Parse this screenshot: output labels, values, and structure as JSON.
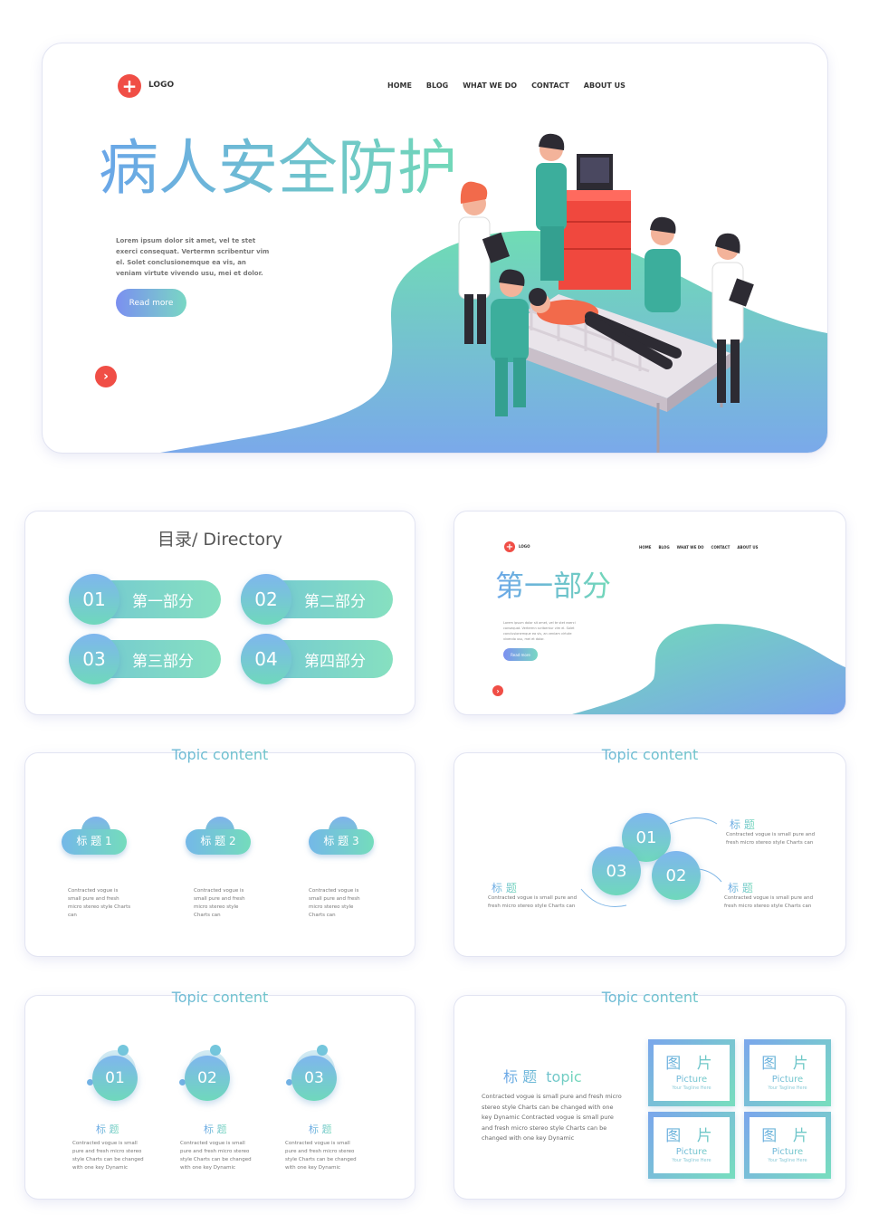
{
  "hero": {
    "logo_text": "LOGO",
    "nav": [
      "HOME",
      "BLOG",
      "WHAT WE DO",
      "CONTACT",
      "ABOUT US"
    ],
    "title": "病人安全防护",
    "body": "Lorem ipsum dolor sit amet, vel te stet exerci consequat. Vertermn scribentur vim el. Solet conclusionemque ea vis, an veniam virtute vivendo usu, mei et dolor.",
    "button": "Read more"
  },
  "directory": {
    "title": "目录/ Directory",
    "items": [
      {
        "num": "01",
        "label": "第一部分"
      },
      {
        "num": "02",
        "label": "第二部分"
      },
      {
        "num": "03",
        "label": "第三部分"
      },
      {
        "num": "04",
        "label": "第四部分"
      }
    ]
  },
  "section": {
    "logo_text": "LOGO",
    "nav": [
      "HOME",
      "BLOG",
      "WHAT WE DO",
      "CONTACT",
      "ABOUT US"
    ],
    "title": "第一部分",
    "body": "Lorem ipsum dolor sit amet, vel te stet exerci consequat. Vertermn scribentur vim el. Solet conclusionemque ea vis, an veniam virtute vivendo usu, mei et dolor.",
    "button": "Read more"
  },
  "clouds": {
    "title": "Topic content",
    "items": [
      {
        "label": "标 题 1",
        "text": "Contracted vogue is small pure and fresh micro stereo style Charts can"
      },
      {
        "label": "标 题 2",
        "text": "Contracted vogue is small pure and fresh micro stereo style Charts can"
      },
      {
        "label": "标 题 3",
        "text": "Contracted vogue is small pure and fresh micro stereo style Charts can"
      }
    ]
  },
  "cycle": {
    "title": "Topic content",
    "nums": [
      "01",
      "02",
      "03"
    ],
    "labels": [
      {
        "title": "标 题",
        "text": "Contracted vogue is small pure and fresh micro stereo style Charts can"
      },
      {
        "title": "标 题",
        "text": "Contracted vogue is small pure and fresh micro stereo style Charts can"
      },
      {
        "title": "标 题",
        "text": "Contracted vogue is small pure and fresh micro stereo style Charts can"
      }
    ]
  },
  "bubbles": {
    "title": "Topic content",
    "items": [
      {
        "num": "01",
        "title": "标 题",
        "text": "Contracted vogue is small pure and fresh micro stereo style Charts can be changed with one key Dynamic"
      },
      {
        "num": "02",
        "title": "标 题",
        "text": "Contracted vogue is small pure and fresh micro stereo style Charts can be changed with one key Dynamic"
      },
      {
        "num": "03",
        "title": "标 题",
        "text": "Contracted vogue is small pure and fresh micro stereo style Charts can be changed with one key Dynamic"
      }
    ]
  },
  "pictures": {
    "title": "Topic content",
    "heading": "标 题  topic",
    "body": "Contracted vogue is small pure and fresh micro stereo style Charts can be changed with one key Dynamic Contracted vogue is small pure and fresh micro stereo style Charts can be changed with one key Dynamic",
    "cells": [
      {
        "cn": "图 片",
        "en": "Picture",
        "tag": "Your Tagline Here"
      },
      {
        "cn": "图 片",
        "en": "Picture",
        "tag": "Your Tagline Here"
      },
      {
        "cn": "图 片",
        "en": "Picture",
        "tag": "Your Tagline Here"
      },
      {
        "cn": "图 片",
        "en": "Picture",
        "tag": "Your Tagline Here"
      }
    ]
  }
}
